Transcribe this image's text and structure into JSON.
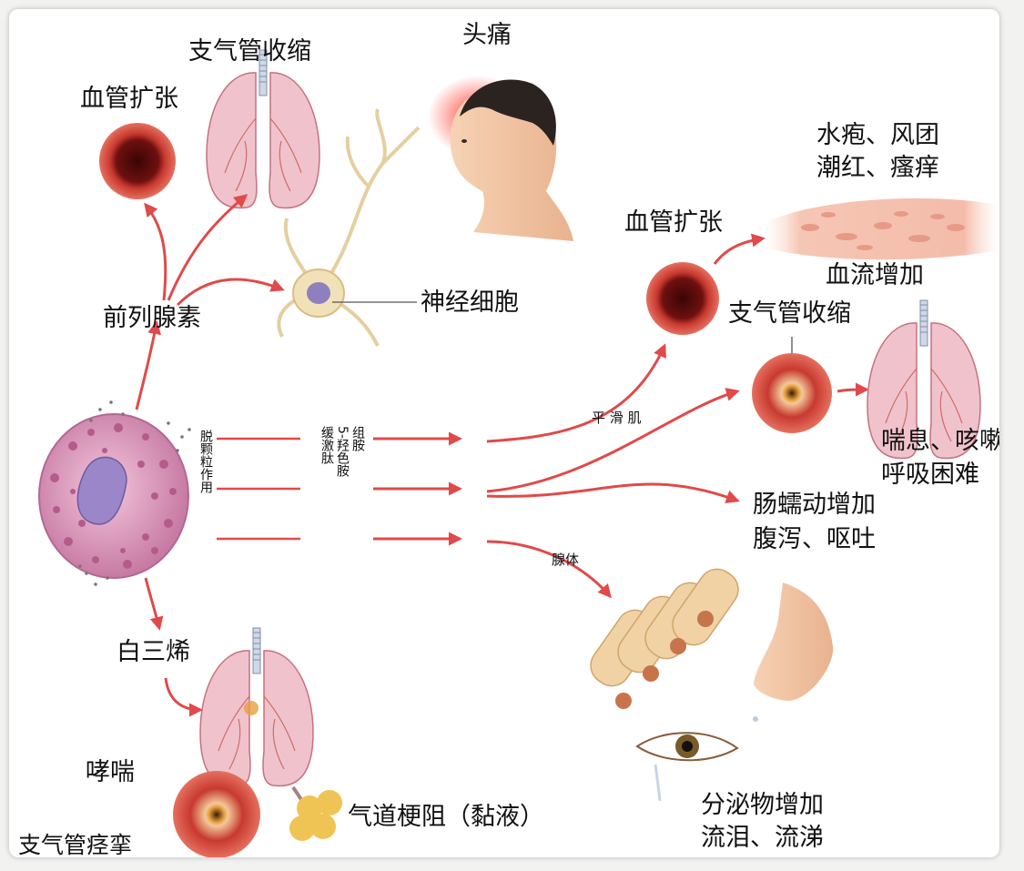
{
  "labels": {
    "vasodilation_top": "血管扩张",
    "bronchoconstriction_top": "支气管收缩",
    "headache": "头痛",
    "prostaglandin": "前列腺素",
    "nerve_cell": "神经细胞",
    "degranulation": "脱颗粒作用",
    "mediators": [
      "组胺",
      "5-羟色胺",
      "缓激肽"
    ],
    "smooth_muscle": "平 滑 肌",
    "gland": "腺体",
    "vasodilation_right": "血管扩张",
    "blisters_line1": "水疱、风团",
    "blisters_line2": "潮红、瘙痒",
    "blood_flow": "血流增加",
    "bronchoconstriction_right": "支气管收缩",
    "wheeze_line1": "喘息、咳嗽",
    "wheeze_line2": "呼吸困难",
    "peristalsis_line1": "肠蠕动增加",
    "peristalsis_line2": "腹泻、呕吐",
    "leukotriene": "白三烯",
    "asthma": "哮喘",
    "bronchospasm": "支气管痉挛",
    "airway_obstruction": "气道梗阻（黏液）",
    "secretion_line1": "分泌物增加",
    "secretion_line2": "流泪、流涕"
  },
  "colors": {
    "arrow": "#e04a4a",
    "vessel_outer": "#c8392f",
    "vessel_inner": "#5e0d0d",
    "lung": "#f0c3cc",
    "cell": "#d98fb4",
    "nucleus": "#9b86c9",
    "gland_cell": "#f0d2a4"
  }
}
